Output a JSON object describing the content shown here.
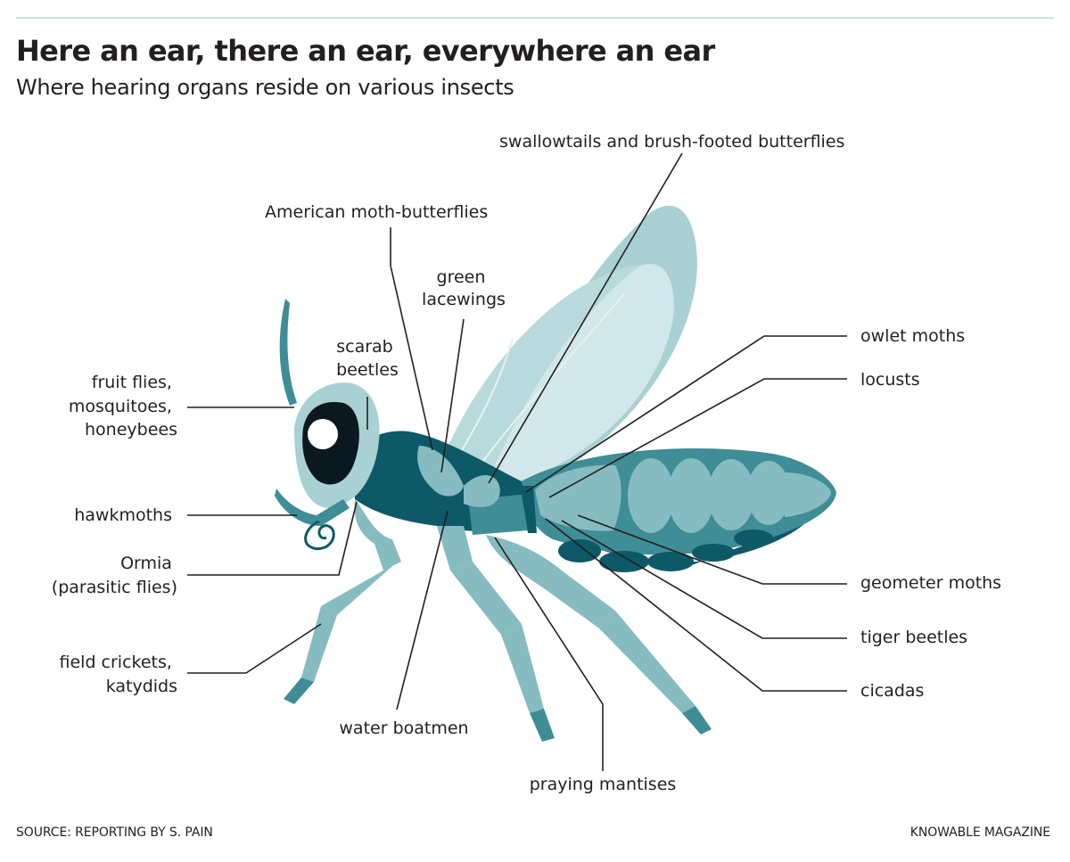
{
  "header": {
    "title": "Here an ear, there an ear, everywhere an ear",
    "subtitle": "Where hearing organs reside on various insects"
  },
  "labels": {
    "swallowtails": "swallowtails and brush-footed butterflies",
    "american_moth_butterflies": "American moth-butterflies",
    "green_lacewings": [
      "green",
      "lacewings"
    ],
    "scarab_beetles": [
      "scarab",
      "beetles"
    ],
    "fruit_flies": [
      "fruit flies,",
      "mosquitoes,",
      "honeybees"
    ],
    "hawkmoths": "hawkmoths",
    "ormia": [
      "Ormia",
      "(parasitic flies)"
    ],
    "field_crickets": [
      "field crickets,",
      "katydids"
    ],
    "water_boatmen": "water boatmen",
    "praying_mantises": "praying mantises",
    "owlet_moths": "owlet moths",
    "locusts": "locusts",
    "geometer_moths": "geometer moths",
    "tiger_beetles": "tiger beetles",
    "cicadas": "cicadas"
  },
  "footer": {
    "source": "SOURCE: REPORTING BY S. PAIN",
    "credit": "KNOWABLE MAGAZINE"
  },
  "colors": {
    "dark_teal": "#0d5968",
    "mid_teal": "#3f8d96",
    "light_teal": "#86bcc0",
    "pale_teal": "#a9d0d3",
    "wing_pale": "#d2e7e9",
    "eye_dark": "#0b1820"
  }
}
